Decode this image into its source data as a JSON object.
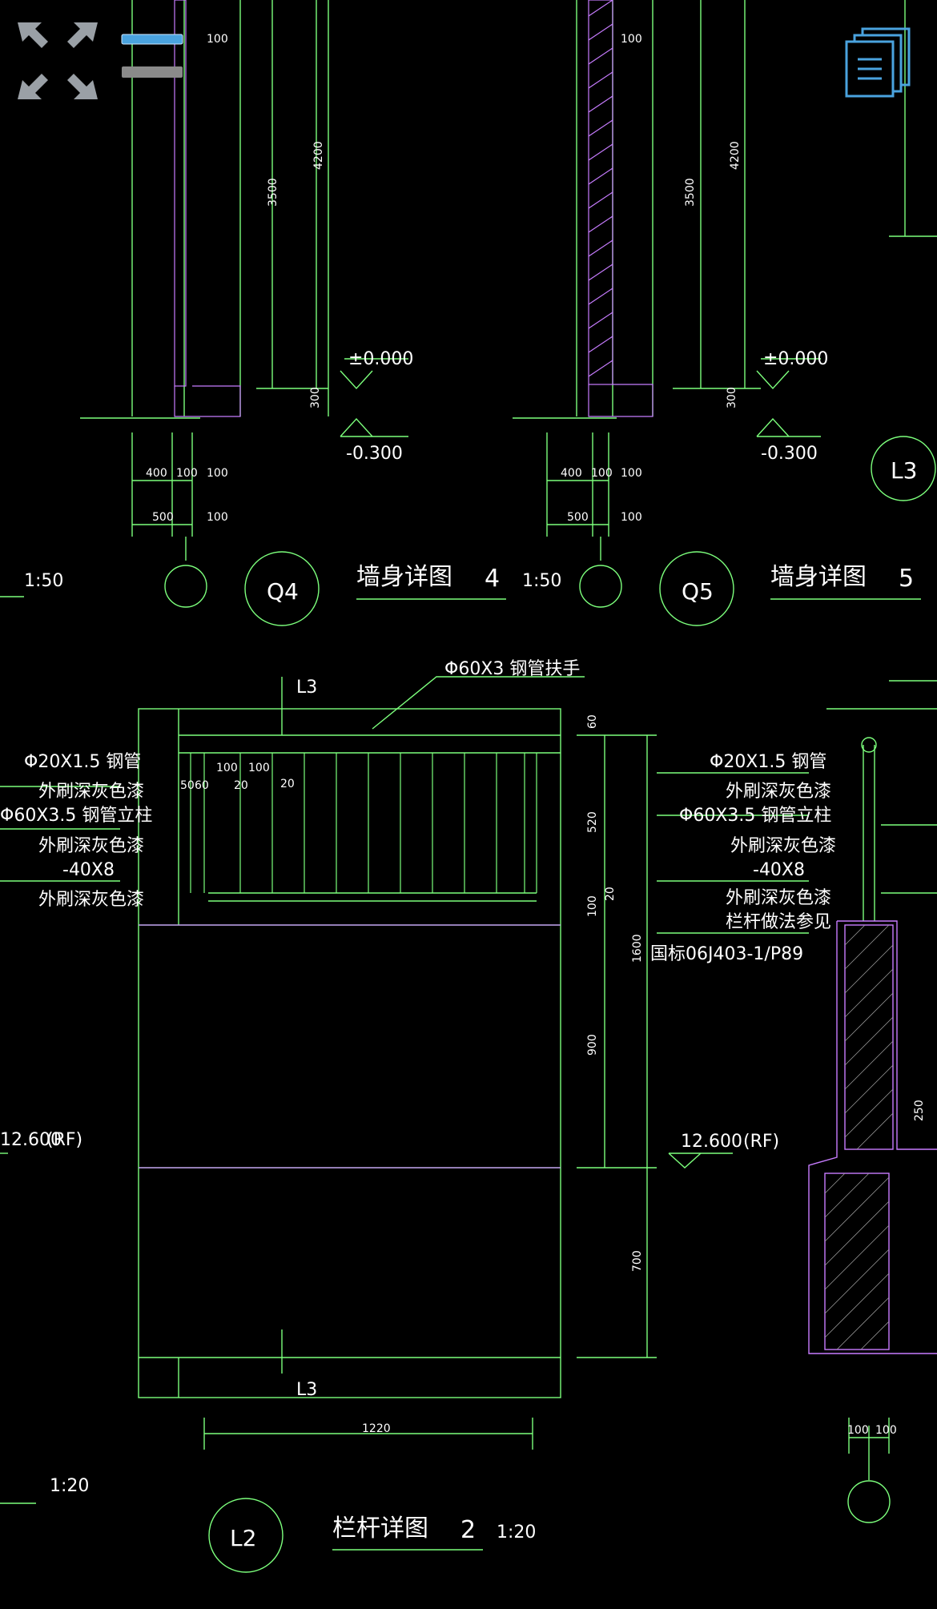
{
  "toolbar": {
    "fit_icon": "expand-arrows-icon",
    "layers_icon": "layer-toggle-icon",
    "docs_icon": "document-stack-icon",
    "accent": "#4aa3df"
  },
  "wall_details": [
    {
      "label": "墙身详图",
      "number": "4",
      "scale": "1:50",
      "tag": "Q4",
      "elev_top": "±0.000",
      "elev_bot": "-0.300",
      "dims": [
        "400",
        "100",
        "100",
        "500",
        "100",
        "100",
        "300",
        "3500",
        "4200"
      ]
    },
    {
      "label": "墙身详图",
      "number": "5",
      "scale": "1:50",
      "tag": "Q5",
      "elev_top": "±0.000",
      "elev_bot": "-0.300",
      "dims": [
        "400",
        "100",
        "100",
        "500",
        "100",
        "100",
        "300",
        "3500",
        "4200"
      ]
    }
  ],
  "left_scale": "1:50",
  "right_tag": "L3",
  "railing": {
    "title": "栏杆详图",
    "number": "2",
    "scale": "1:20",
    "tag": "L2",
    "left_scale": "1:20",
    "section_top": "L3",
    "section_bot": "L3",
    "handrail": "Φ60X3  钢管扶手",
    "left_notes": [
      "Φ20X1.5   钢管",
      "外刷深灰色漆",
      "Φ60X3.5   钢管立柱",
      "外刷深灰色漆",
      "-40X8",
      "外刷深灰色漆"
    ],
    "right_notes": [
      "Φ20X1.5   钢管",
      "外刷深灰色漆",
      "Φ60X3.5   钢管立柱",
      "外刷深灰色漆",
      "-40X8",
      "外刷深灰色漆",
      "栏杆做法参见",
      "国标06J403-1/P89"
    ],
    "small_dims": [
      "50",
      "60",
      "100",
      "100",
      "20",
      "20"
    ],
    "vert_dims": [
      "60",
      "520",
      "100",
      "20",
      "1600",
      "900",
      "700"
    ],
    "width_dim": "1220",
    "elev_left": "12.600",
    "elev_left_suffix": "(RF)",
    "elev_right": "12.600",
    "elev_right_suffix": "(RF)",
    "parapet_dims": [
      "250",
      "100",
      "100"
    ]
  }
}
